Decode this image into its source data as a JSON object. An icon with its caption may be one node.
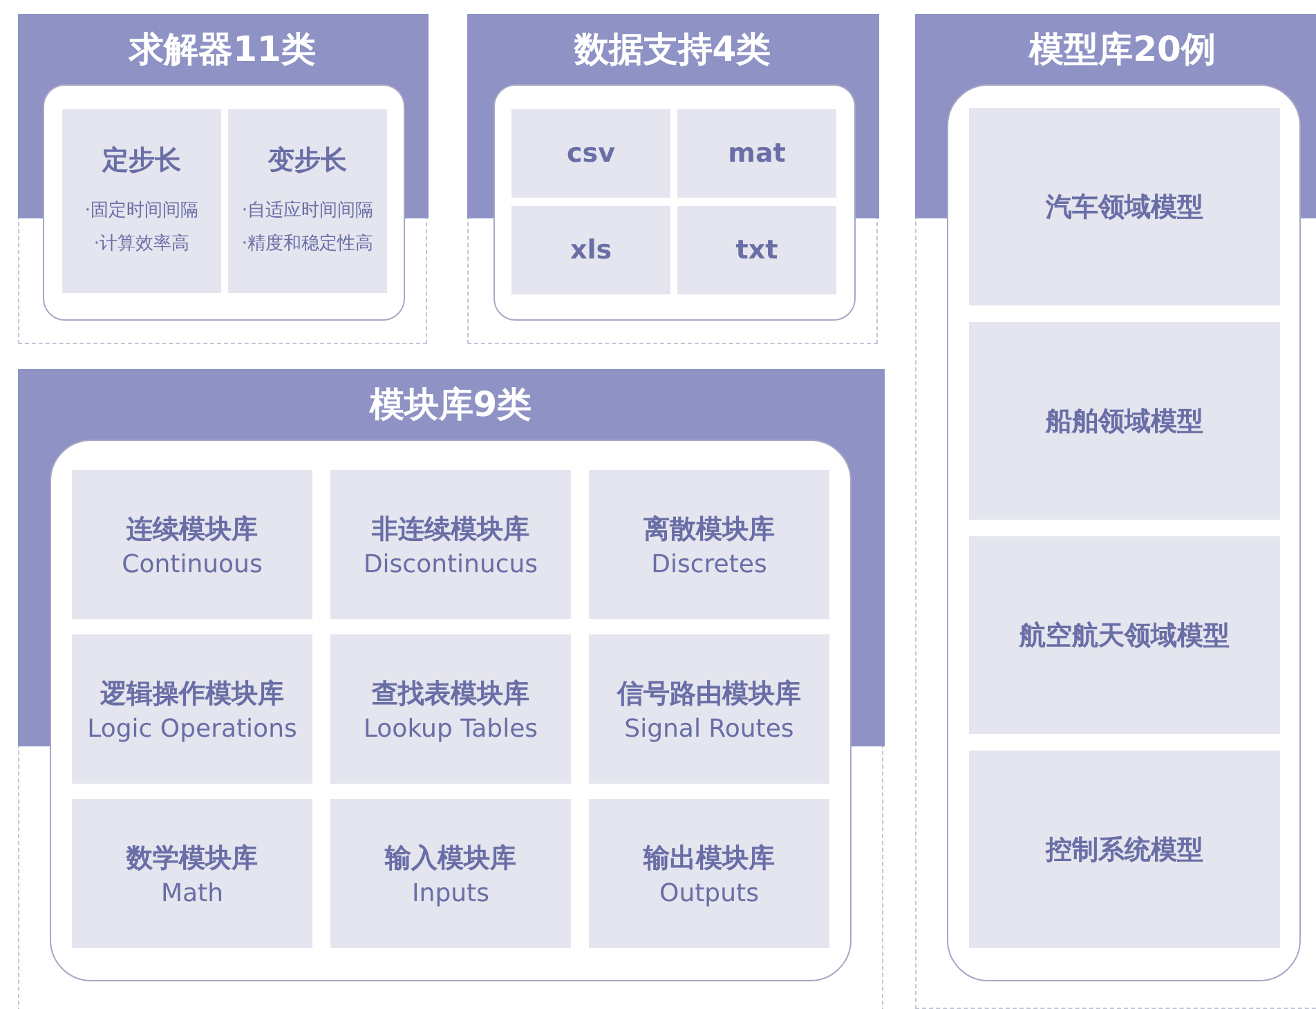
{
  "diagram": {
    "nodes": [
      {
        "text": [
          "求解器11类"
        ]
      },
      {
        "text": [
          "定步长",
          "·固定时间间隔",
          "·计算效率高"
        ],
        "in": 0
      },
      {
        "text": [
          "变步长",
          "·自适应时间间隔",
          "·精度和稳定性高"
        ],
        "in": 0
      },
      {
        "text": [
          "数据支持4类"
        ]
      },
      {
        "text": [
          "csv"
        ],
        "in": 3
      },
      {
        "text": [
          "mat"
        ],
        "in": 3
      },
      {
        "text": [
          "xls"
        ],
        "in": 3
      },
      {
        "text": [
          "txt"
        ],
        "in": 3
      },
      {
        "text": [
          "模型库20例"
        ]
      },
      {
        "text": [
          "汽车领域模型"
        ],
        "in": 8
      },
      {
        "text": [
          "船舶领域模型"
        ],
        "in": 8
      },
      {
        "text": [
          "航空航天领域模型"
        ],
        "in": 8
      },
      {
        "text": [
          "控制系统模型"
        ],
        "in": 8
      },
      {
        "text": [
          "模块库9类"
        ]
      },
      {
        "text": [
          "连续模块库",
          "Continuous"
        ],
        "in": 13
      },
      {
        "text": [
          "非连续模块库",
          "Discontinucus"
        ],
        "in": 13
      },
      {
        "text": [
          "离散模块库",
          "Discretes"
        ],
        "in": 13
      },
      {
        "text": [
          "逻辑操作模块库",
          "Logic Operations"
        ],
        "in": 13
      },
      {
        "text": [
          "查找表模块库",
          "Lookup Tables"
        ],
        "in": 13
      },
      {
        "text": [
          "信号路由模块库",
          "Signal Routes"
        ],
        "in": 13
      },
      {
        "text": [
          "数学模块库",
          "Math"
        ],
        "in": 13
      },
      {
        "text": [
          "输入模块库",
          "Inputs"
        ],
        "in": 13
      },
      {
        "text": [
          "输出模块库",
          "Outputs"
        ],
        "in": 13
      }
    ]
  }
}
